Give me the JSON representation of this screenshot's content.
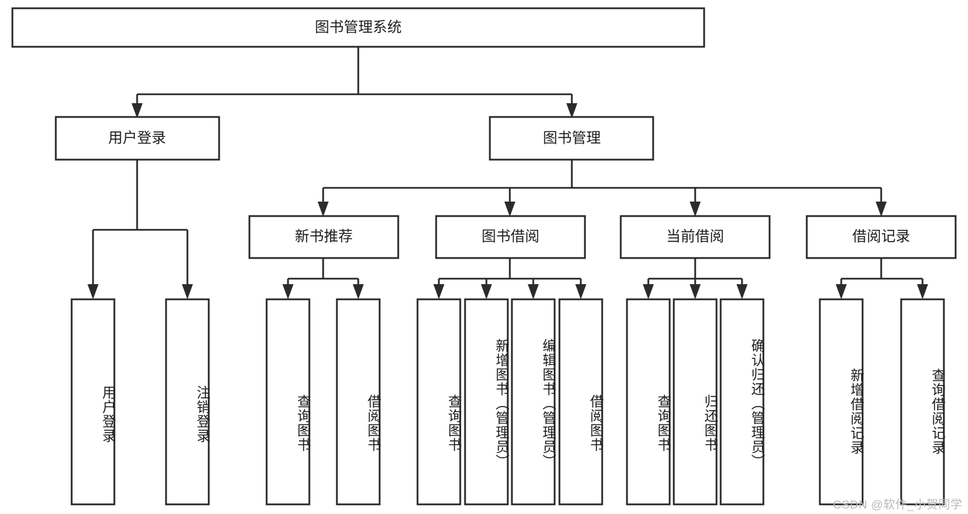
{
  "diagram": {
    "type": "tree-hierarchy",
    "title": "图书管理系统",
    "orientation": "top-down",
    "colors": {
      "box_stroke": "#2b2b2b",
      "box_fill": "#ffffff",
      "text": "#1c1c1c",
      "background": "#ffffff",
      "watermark": "#b9b9b9"
    },
    "root": {
      "label": "图书管理系统",
      "level": 0
    },
    "level1": [
      {
        "label": "用户登录"
      },
      {
        "label": "图书管理"
      }
    ],
    "level2": [
      {
        "label": "新书推荐",
        "parent": "图书管理"
      },
      {
        "label": "图书借阅",
        "parent": "图书管理"
      },
      {
        "label": "当前借阅",
        "parent": "图书管理"
      },
      {
        "label": "借阅记录",
        "parent": "图书管理"
      }
    ],
    "leaves": {
      "用户登录": [
        {
          "label": "用户登录"
        },
        {
          "label": "注销登录"
        }
      ],
      "新书推荐": [
        {
          "label": "查询图书"
        },
        {
          "label": "借阅图书"
        }
      ],
      "图书借阅": [
        {
          "label": "查询图书"
        },
        {
          "label": "新增图书（管理员）"
        },
        {
          "label": "编辑图书（管理员）"
        },
        {
          "label": "借阅图书"
        }
      ],
      "当前借阅": [
        {
          "label": "查询图书"
        },
        {
          "label": "归还图书"
        },
        {
          "label": "确认归还（管理员）"
        }
      ],
      "借阅记录": [
        {
          "label": "新增借阅记录"
        },
        {
          "label": "查询借阅记录"
        }
      ]
    }
  },
  "watermark": {
    "text": "CSDN @软件_小贺同学"
  }
}
